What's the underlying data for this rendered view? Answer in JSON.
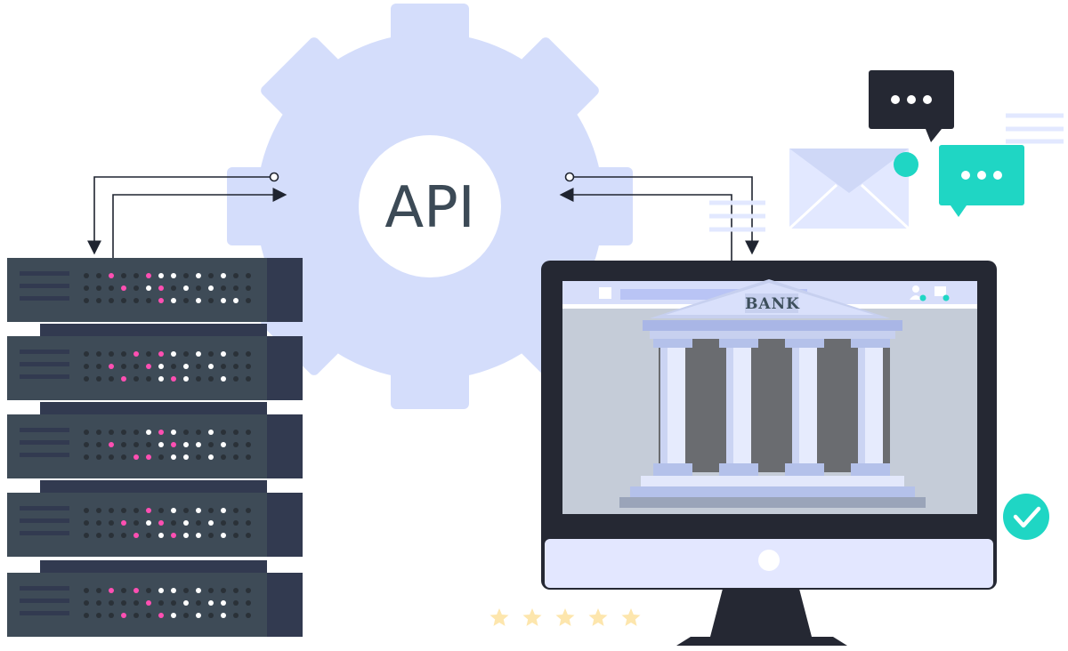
{
  "gear": {
    "label": "API"
  },
  "bank": {
    "label": "BANK"
  },
  "rating": {
    "stars": 5
  },
  "colors": {
    "gear": "#d4ddfb",
    "server_face": "#3e4b57",
    "server_side": "#323a50",
    "led_pink": "#ff4fb2",
    "led_white": "#ffffff",
    "monitor_frame": "#252833",
    "monitor_chin": "#e3e7ff",
    "screen_bg": "#c5ccd8",
    "teal": "#1fd6c4",
    "chat_dark": "#252833",
    "star": "#fde6ad"
  },
  "icons": {
    "server": "server-rack-icon",
    "monitor": "monitor-icon",
    "bank": "bank-building-icon",
    "envelope": "envelope-icon",
    "chat_dark": "chat-bubble-icon",
    "chat_teal": "chat-bubble-icon",
    "check": "check-circle-icon",
    "star": "star-icon"
  }
}
